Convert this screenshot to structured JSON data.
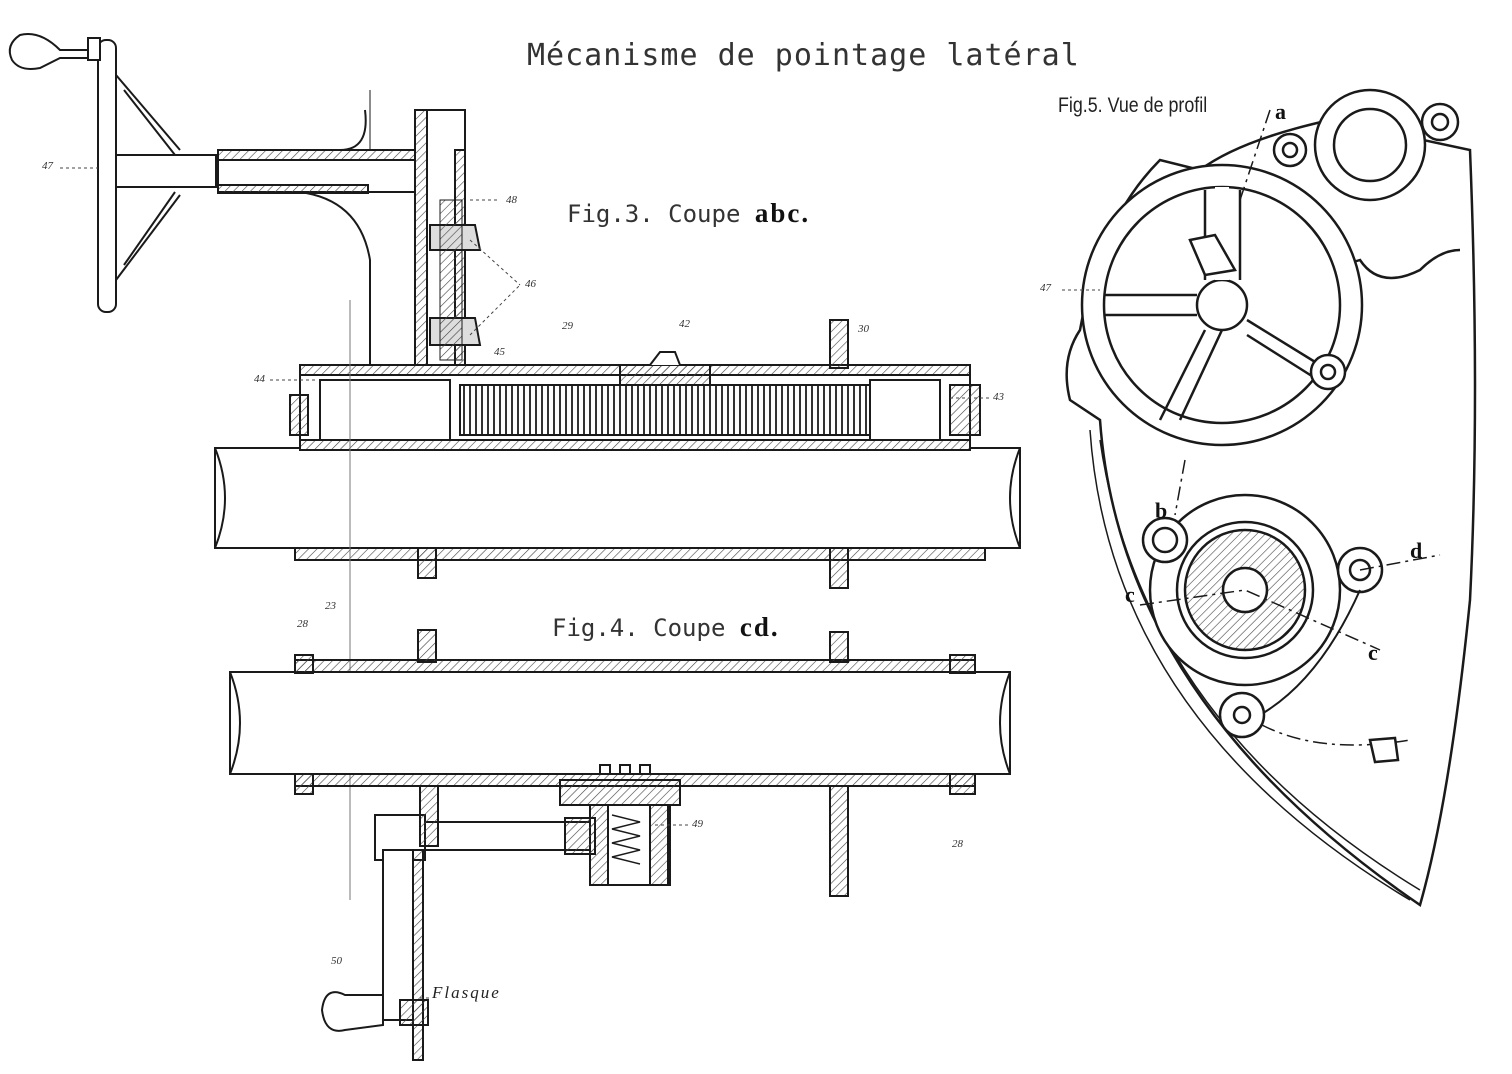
{
  "title": "Mécanisme de pointage latéral",
  "figures": {
    "fig3": {
      "prefix": "Fig.3. Coupe",
      "letters": "abc."
    },
    "fig4": {
      "prefix": "Fig.4. Coupe",
      "letters": "cd."
    },
    "fig5": {
      "title": "Fig.5. Vue de profil"
    }
  },
  "part_numbers": {
    "handwheel_left": "47",
    "handwheel_fig5": "47",
    "bevel_top": "48",
    "pinions": "46",
    "worm_nut": "42",
    "shaft_30": "30",
    "bearing_left": "44",
    "bearing_right": "43",
    "sleeve_45": "45",
    "screw_29": "29",
    "ring_28_left": "28",
    "ring_23": "23",
    "ring_28_right": "28",
    "spring_49": "49",
    "crank_50": "50"
  },
  "section_letters": {
    "a": "a",
    "b": "b",
    "c_left": "c",
    "c_right": "c",
    "d": "d"
  },
  "flasque_label": "Flasque",
  "colors": {
    "ink": "#1a1a1a",
    "hatch": "#555555",
    "paper": "#ffffff"
  }
}
